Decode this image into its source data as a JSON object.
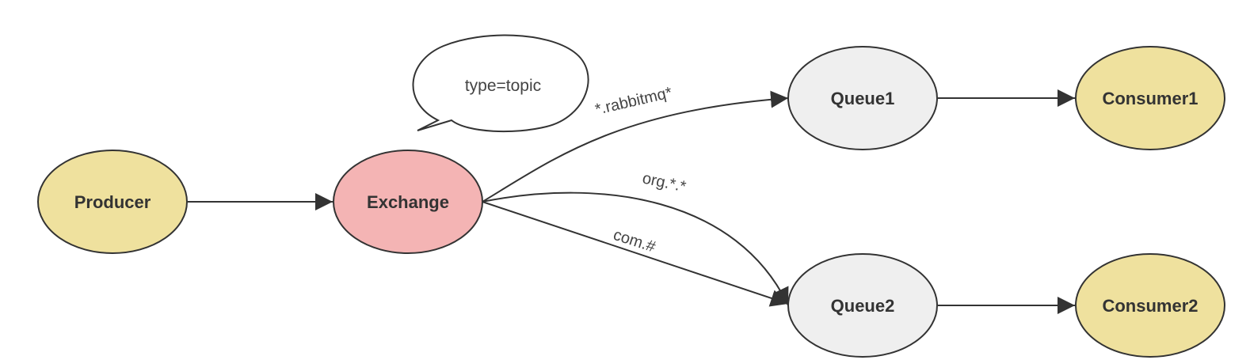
{
  "nodes": {
    "producer": {
      "label": "Producer",
      "color": "#efe19e"
    },
    "exchange": {
      "label": "Exchange",
      "color": "#f4b4b4"
    },
    "queue1": {
      "label": "Queue1",
      "color": "#efefef"
    },
    "queue2": {
      "label": "Queue2",
      "color": "#efefef"
    },
    "consumer1": {
      "label": "Consumer1",
      "color": "#efe19e"
    },
    "consumer2": {
      "label": "Consumer2",
      "color": "#efe19e"
    }
  },
  "callout": {
    "text": "type=topic",
    "color": "#ffffff"
  },
  "routing_keys": {
    "to_queue1": "*.rabbitmq*",
    "to_queue2_curve": "org.*.*",
    "to_queue2_straight": "com.#"
  }
}
